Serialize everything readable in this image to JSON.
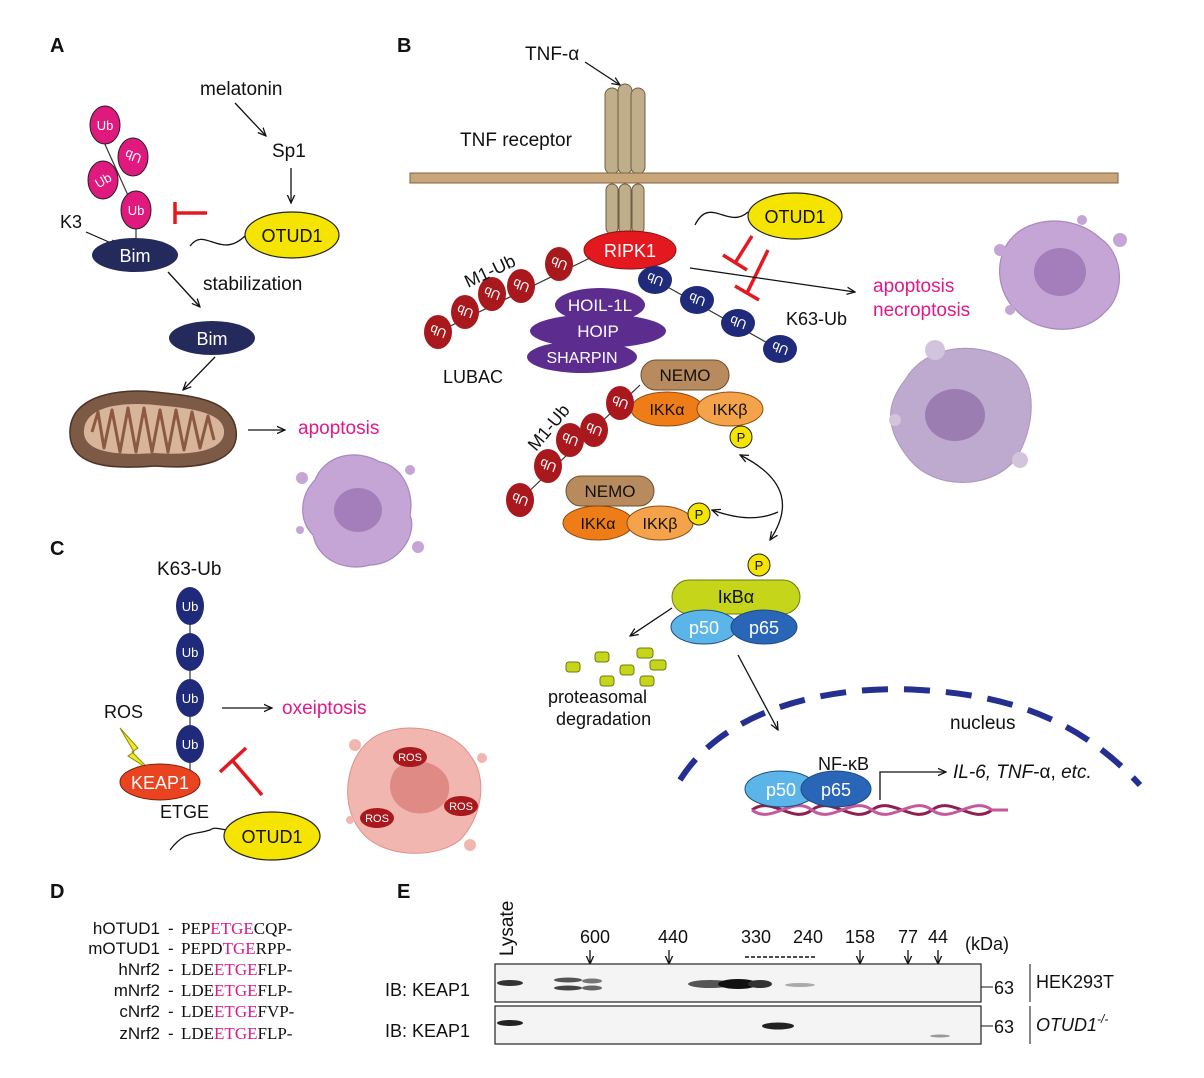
{
  "panels": {
    "a": "A",
    "b": "B",
    "c": "C",
    "d": "D",
    "e": "E"
  },
  "a": {
    "melatonin": "melatonin",
    "sp1": "Sp1",
    "otud1": "OTUD1",
    "k3": "K3",
    "ub": "Ub",
    "bim": "Bim",
    "stabilization": "stabilization",
    "apoptosis": "apoptosis"
  },
  "b": {
    "tnf": "TNF-α",
    "receptor": "TNF receptor",
    "otud1": "OTUD1",
    "ripk1": "RIPK1",
    "m1ub": "M1-Ub",
    "k63ub": "K63-Ub",
    "hoil": "HOIL-1L",
    "hoip": "HOIP",
    "sharpin": "SHARPIN",
    "lubac": "LUBAC",
    "nemo": "NEMO",
    "ikka": "IKKα",
    "ikkb": "IKKβ",
    "p": "P",
    "ikba": "IκBα",
    "p50": "p50",
    "p65": "p65",
    "proteasomal": "proteasomal",
    "degradation": "degradation",
    "nucleus": "nucleus",
    "nfkb": "NF-κB",
    "genes_italic": "IL-6, TNF",
    "genes_rest": "-α, ",
    "genes_etc": "etc.",
    "apoptosis": "apoptosis",
    "necroptosis": "necroptosis"
  },
  "c": {
    "k63ub": "K63-Ub",
    "ub": "Ub",
    "ros": "ROS",
    "keap1": "KEAP1",
    "etge": "ETGE",
    "otud1": "OTUD1",
    "oxeiptosis": "oxeiptosis"
  },
  "d": {
    "rows": [
      {
        "name": "hOTUD1",
        "a": "PEP",
        "m": "ETGE",
        "b": "CQP-"
      },
      {
        "name": "mOTUD1",
        "a": "PEPD",
        "m": "TGE",
        "b": "RPP-"
      },
      {
        "name": "hNrf2",
        "a": "LDE",
        "m": "ETGE",
        "b": "FLP-"
      },
      {
        "name": "mNrf2",
        "a": "LDE",
        "m": "ETGE",
        "b": "FLP-"
      },
      {
        "name": "cNrf2",
        "a": "LDE",
        "m": "ETGE",
        "b": "FVP-"
      },
      {
        "name": "zNrf2",
        "a": "LDE",
        "m": "ETGE",
        "b": "FLP-"
      }
    ]
  },
  "e": {
    "lysate": "Lysate",
    "markers": [
      "600",
      "440",
      "330",
      "240",
      "158",
      "77",
      "44"
    ],
    "kda": "(kDa)",
    "ib1": "IB: KEAP1",
    "ib2": "IB: KEAP1",
    "mw1": "63",
    "mw2": "63",
    "cell1": "HEK293T",
    "cell2_base": "OTUD1",
    "cell2_sup": "-/-"
  },
  "colors": {
    "magenta_ub": "#e0197e",
    "navy": "#252a5c",
    "otud1_yellow": "#f5e400",
    "ripk1_red": "#e3191f",
    "ub_red": "#a8181d",
    "ub_blue": "#1f2a7a",
    "lubac_purple": "#5c2d8f",
    "nemo_tan": "#b78b5d",
    "ikk_orange": "#ee7d18",
    "ikba_green": "#c5d61a",
    "p50_blue": "#5bb5e8",
    "p65_blue": "#2a66b8",
    "keap1_red": "#e9441f",
    "inhibit_red": "#e3191f",
    "cell_lilac": "#b996c9",
    "membrane": "#c9a57a"
  }
}
